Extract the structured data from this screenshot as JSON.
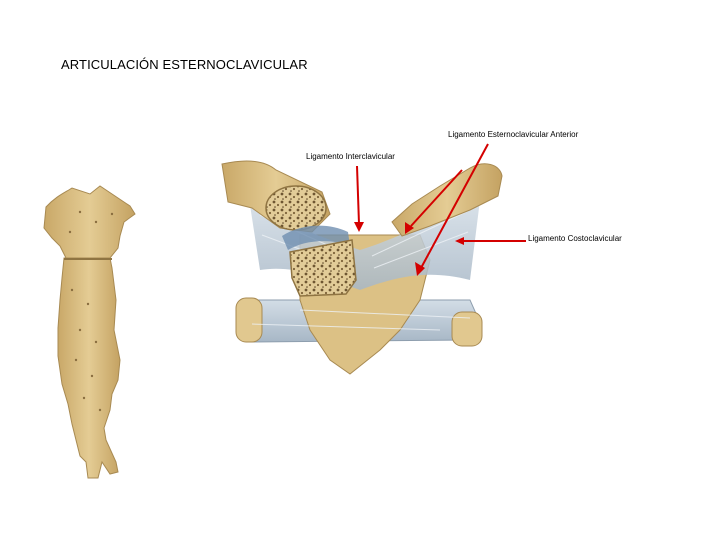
{
  "title": "ARTICULACIÓN ESTERNOCLAVICULAR",
  "labels": {
    "anterior": "Ligamento Esternoclavicular Anterior",
    "interclavicular": "Ligamento Interclavicular",
    "costoclavicular": "Ligamento Costoclavicular"
  },
  "colors": {
    "bone": "#ddc28a",
    "bone_shadow": "#b89a5e",
    "ligament": "#b8c6d4",
    "arrow": "#d40000"
  }
}
